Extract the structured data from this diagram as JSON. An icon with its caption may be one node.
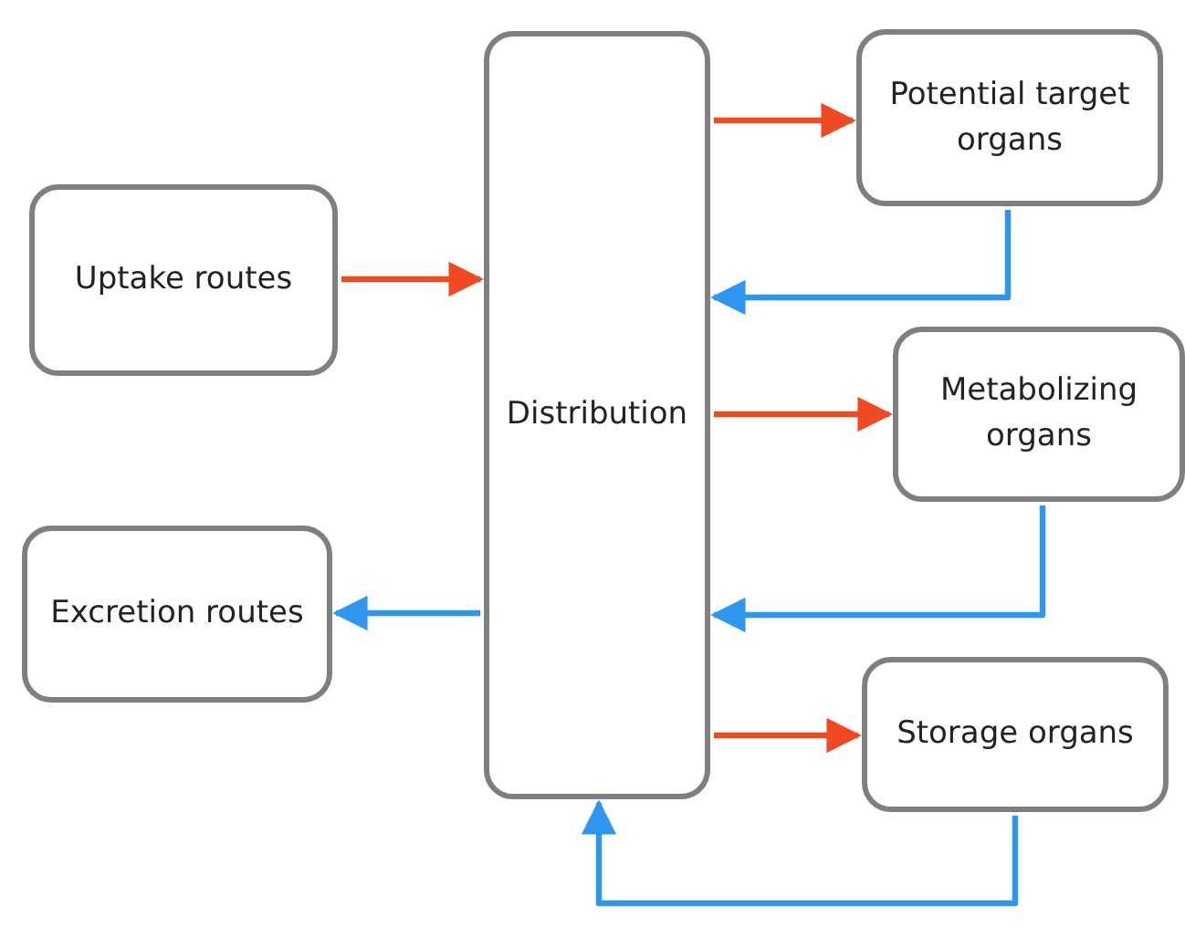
{
  "diagram": {
    "nodes": [
      {
        "text": [
          "Uptake routes"
        ]
      },
      {
        "text": [
          "Excretion routes"
        ]
      },
      {
        "text": [
          "Distribution"
        ]
      },
      {
        "text": [
          "Potential target organs"
        ]
      },
      {
        "text": [
          "Metabolizing organs"
        ]
      },
      {
        "text": [
          "Storage organs"
        ]
      }
    ],
    "edges": [
      {
        "from": 0,
        "to": 2,
        "arrow": "to",
        "color": "#f04a23"
      },
      {
        "from": 2,
        "to": 1,
        "arrow": "to",
        "color": "#2f96ef"
      },
      {
        "from": 2,
        "to": 3,
        "arrow": "to",
        "color": "#f04a23"
      },
      {
        "from": 3,
        "to": 2,
        "arrow": "to",
        "color": "#2f96ef"
      },
      {
        "from": 2,
        "to": 4,
        "arrow": "to",
        "color": "#f04a23"
      },
      {
        "from": 4,
        "to": 2,
        "arrow": "to",
        "color": "#2f96ef"
      },
      {
        "from": 2,
        "to": 5,
        "arrow": "to",
        "color": "#f04a23"
      },
      {
        "from": 5,
        "to": 2,
        "arrow": "to",
        "color": "#2f96ef"
      }
    ]
  }
}
